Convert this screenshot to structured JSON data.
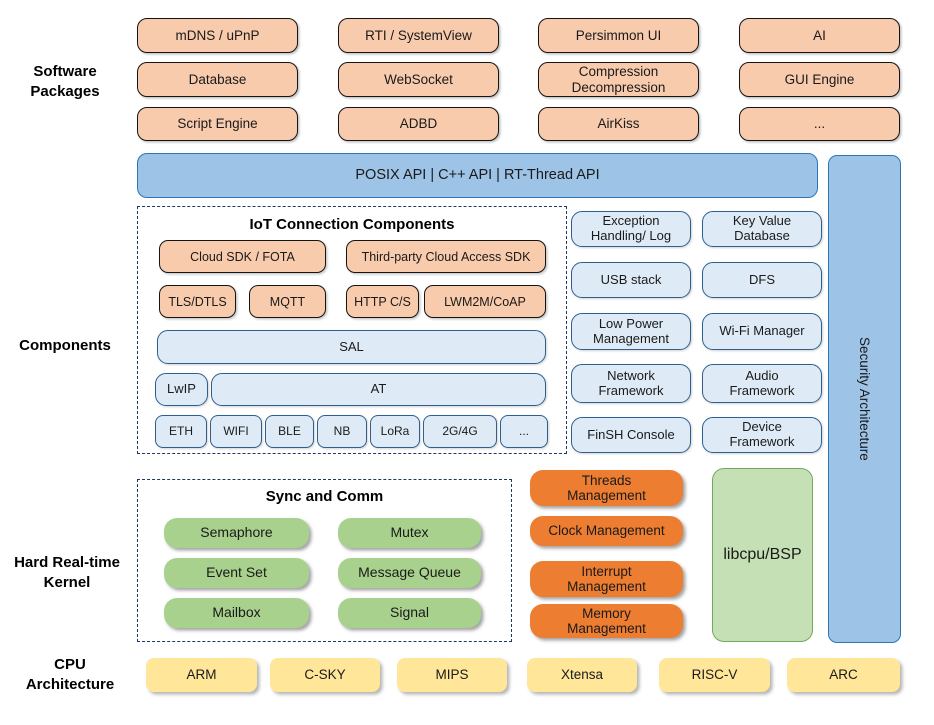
{
  "labels": {
    "software": "Software\nPackages",
    "components": "Components",
    "kernel": "Hard Real-time\nKernel",
    "cpu": "CPU\nArchitecture"
  },
  "software_packages": {
    "items": [
      "mDNS / uPnP",
      "RTI / SystemView",
      "Persimmon UI",
      "AI",
      "Database",
      "WebSocket",
      "Compression\nDecompression",
      "GUI Engine",
      "Script Engine",
      "ADBD",
      "AirKiss",
      "..."
    ]
  },
  "api_bar": {
    "label": "POSIX API | C++ API | RT-Thread API"
  },
  "security_bar": {
    "label": "Security Architecture"
  },
  "iot": {
    "title": "IoT Connection Components",
    "cloud_sdk": "Cloud SDK / FOTA",
    "third_party": "Third-party Cloud Access SDK",
    "protocols": [
      "TLS/DTLS",
      "MQTT",
      "HTTP C/S",
      "LWM2M/CoAP"
    ],
    "sal": "SAL",
    "lwip": "LwIP",
    "at": "AT",
    "links": [
      "ETH",
      "WIFI",
      "BLE",
      "NB",
      "LoRa",
      "2G/4G",
      "..."
    ]
  },
  "component_boxes": {
    "col1": [
      "Exception\nHandling/ Log",
      "USB stack",
      "Low Power\nManagement",
      "Network\nFramework",
      "FinSH Console"
    ],
    "col2": [
      "Key Value\nDatabase",
      "DFS",
      "Wi-Fi Manager",
      "Audio\nFramework",
      "Device\nFramework"
    ]
  },
  "kernel": {
    "sync_title": "Sync and Comm",
    "sync_items": [
      "Semaphore",
      "Mutex",
      "Event Set",
      "Message Queue",
      "Mailbox",
      "Signal"
    ],
    "mgmt_items": [
      "Threads\nManagement",
      "Clock Management",
      "Interrupt\nManagement",
      "Memory\nManagement"
    ],
    "libcpu": "libcpu/BSP"
  },
  "cpu_archs": [
    "ARM",
    "C-SKY",
    "MIPS",
    "Xtensa",
    "RISC-V",
    "ARC"
  ],
  "colors": {
    "peach": "#F8CBAD",
    "api_blue": "#9DC3E6",
    "light_blue": "#DEEBF7",
    "blue_border": "#2E75B6",
    "green_pill": "#A9D18E",
    "orange_pill": "#ED7D31",
    "libcpu_green": "#C5E0B4",
    "yellow": "#FFE699",
    "dash_navy": "#1F3864"
  }
}
